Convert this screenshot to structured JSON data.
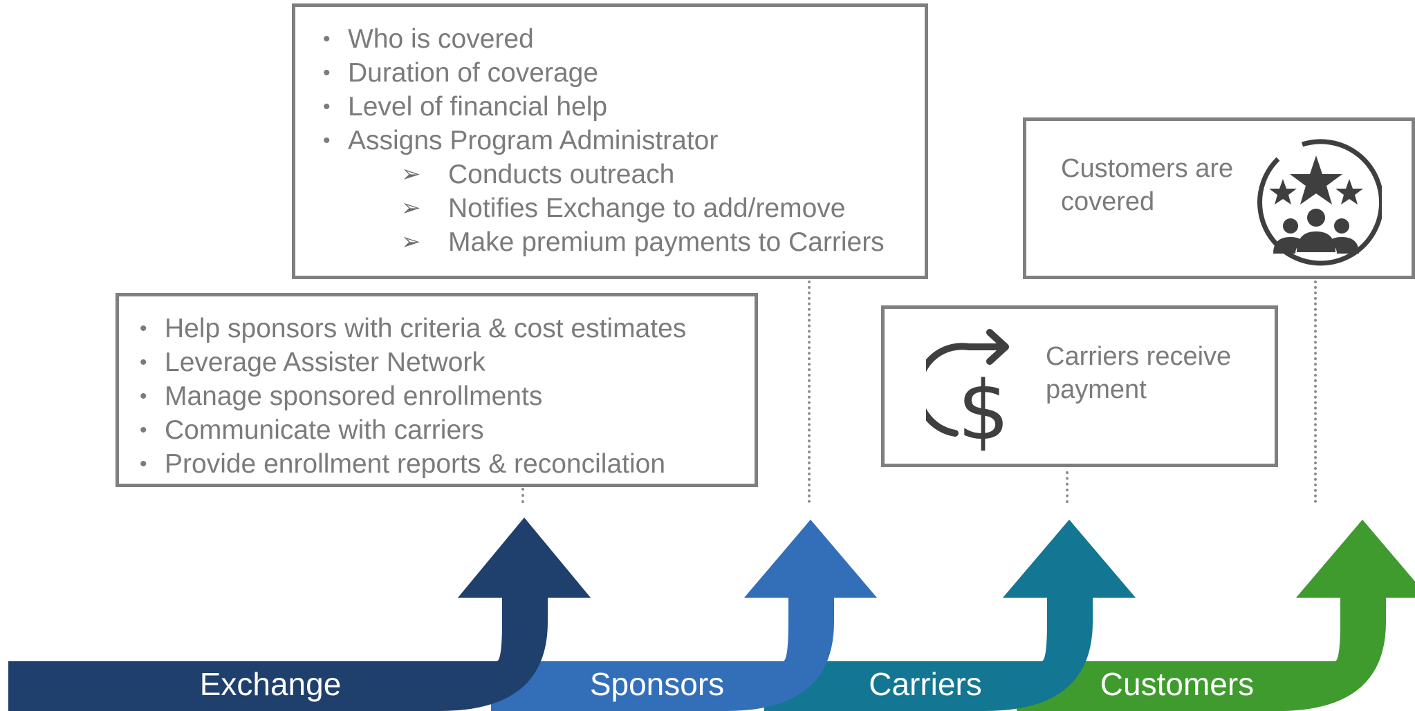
{
  "sponsor_box": {
    "items": [
      {
        "text": "Who is covered",
        "level": 1
      },
      {
        "text": "Duration of coverage",
        "level": 1
      },
      {
        "text": "Level of financial help",
        "level": 1
      },
      {
        "text": "Assigns Program Administrator",
        "level": 1
      },
      {
        "text": "Conducts outreach",
        "level": 2
      },
      {
        "text": "Notifies Exchange to add/remove",
        "level": 2
      },
      {
        "text": "Make premium payments to Carriers",
        "level": 2
      }
    ]
  },
  "exchange_box": {
    "items": [
      {
        "text": "Help sponsors with criteria & cost estimates",
        "level": 1
      },
      {
        "text": "Leverage Assister Network",
        "level": 1
      },
      {
        "text": "Manage sponsored enrollments",
        "level": 1
      },
      {
        "text": "Communicate with carriers",
        "level": 1
      },
      {
        "text": "Provide enrollment reports & reconcilation",
        "level": 1
      }
    ]
  },
  "carriers_box": {
    "caption": "Carriers receive\npayment",
    "icon": "dollar-cycle-icon"
  },
  "customers_box": {
    "caption": "Customers are\ncovered",
    "icon": "star-group-icon"
  },
  "stages": [
    {
      "label": "Exchange",
      "color": "#1f3f6d"
    },
    {
      "label": "Sponsors",
      "color": "#336fb8"
    },
    {
      "label": "Carriers",
      "color": "#137692"
    },
    {
      "label": "Customers",
      "color": "#3f9b2d"
    }
  ]
}
